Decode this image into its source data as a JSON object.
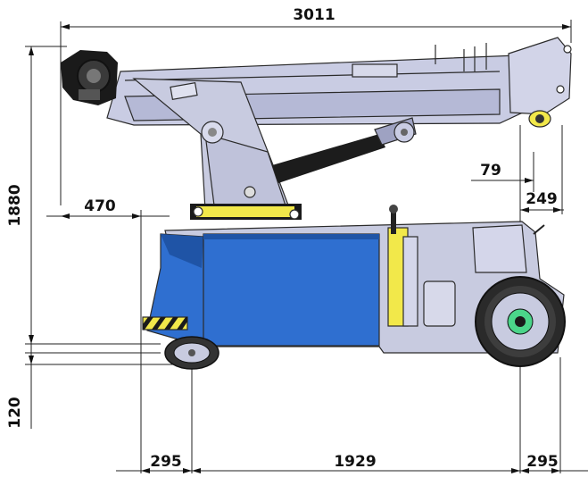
{
  "colors": {
    "boom": "#c9cce3",
    "boom_dark": "#9ea2c2",
    "body_blue": "#2f6fd0",
    "body_blue_dark": "#1f54a6",
    "chassis": "#c8cbe0",
    "yellow": "#f2e84a",
    "tyre": "#333333",
    "hub_green": "#4bd58a",
    "black": "#1a1a1a"
  },
  "dimensions": {
    "overall_length": "3011",
    "overall_height": "1880",
    "front_overhang": "470",
    "rear_offset": "79",
    "rear_head": "249",
    "ground_clearance": "120",
    "front_wheel_offset": "295",
    "wheelbase": "1929",
    "rear_wheel_offset": "295"
  }
}
